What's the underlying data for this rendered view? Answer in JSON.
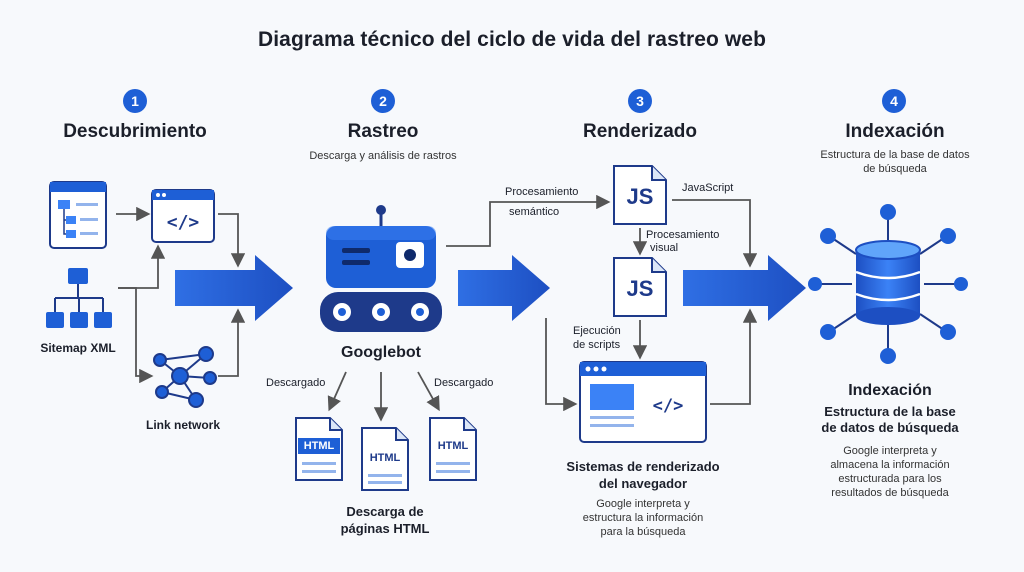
{
  "title": "Diagrama técnico del ciclo de vida del rastreo web",
  "colors": {
    "accent": "#1e5fd6",
    "arrow": "#2563eb",
    "connector": "#555555",
    "panel": "#dbe6f7"
  },
  "stages": [
    {
      "number": "1",
      "heading": "Descubrimiento",
      "subtitle": ""
    },
    {
      "number": "2",
      "heading": "Rastreo",
      "subtitle": "Descarga y análisis de rastros"
    },
    {
      "number": "3",
      "heading": "Renderizado",
      "subtitle": ""
    },
    {
      "number": "4",
      "heading": "Indexación",
      "subtitle": "Estructura de la base de datos de búsqueda"
    }
  ],
  "discovery": {
    "sitemap_label": "Sitemap XML",
    "link_label": "Link network"
  },
  "crawl": {
    "bot_label": "Googlebot",
    "download_left": "Descargado",
    "download_right": "Descargado",
    "html_files": [
      "HTML",
      "HTML",
      "HTML"
    ],
    "pages_label_line1": "Descarga de",
    "pages_label_line2": "páginas HTML"
  },
  "render": {
    "semantic_line1": "Procesamiento",
    "semantic_line2": "semántico",
    "js_label": "JavaScript",
    "visual_line1": "Procesamiento",
    "visual_line2": "visual",
    "scripts_line1": "Ejecución",
    "scripts_line2": "de scripts",
    "js_file": "JS",
    "browser_title_line1": "Sistemas de renderizado",
    "browser_title_line2": "del navegador",
    "browser_desc_line1": "Google interpreta y",
    "browser_desc_line2": "estructura la información",
    "browser_desc_line3": "para la búsqueda",
    "code_glyph": "</>"
  },
  "index": {
    "title": "Indexación",
    "subtitle_line1": "Estructura de la base",
    "subtitle_line2": "de datos de búsqueda",
    "desc_line1": "Google interpreta y",
    "desc_line2": "almacena la información",
    "desc_line3": "estructurada para los",
    "desc_line4": "resultados de búsqueda"
  }
}
